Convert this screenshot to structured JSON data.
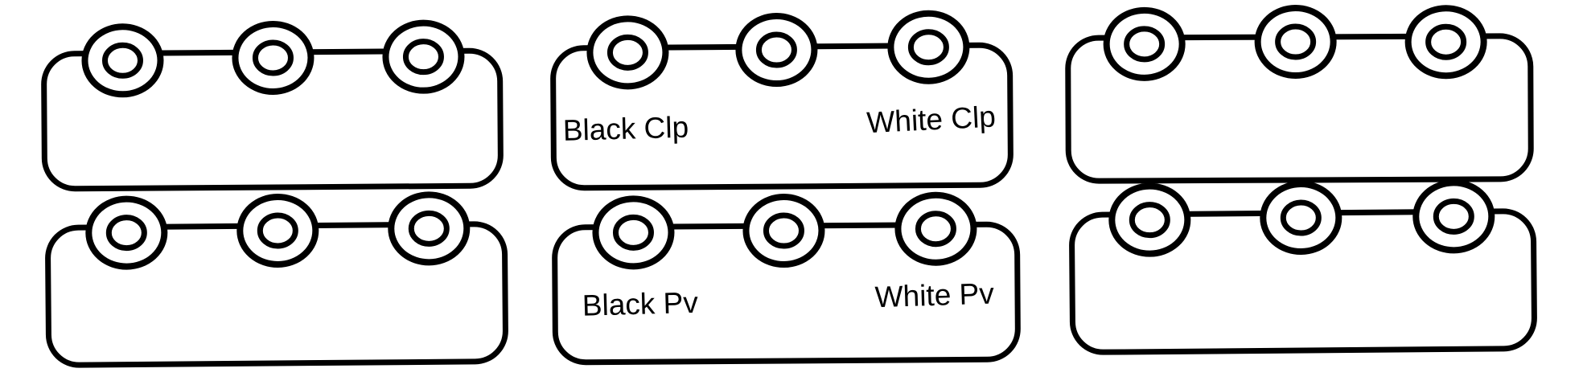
{
  "diagram": {
    "background_color": "#ffffff",
    "line_color": "#000000",
    "blocks": [
      {
        "position": "top-left",
        "row": 1,
        "column": 1,
        "terminal_count": 3,
        "labels": []
      },
      {
        "position": "top-middle",
        "row": 1,
        "column": 2,
        "terminal_count": 3,
        "labels": [
          "Black Clp",
          "White Clp"
        ]
      },
      {
        "position": "top-right",
        "row": 1,
        "column": 3,
        "terminal_count": 3,
        "labels": []
      },
      {
        "position": "bottom-left",
        "row": 2,
        "column": 1,
        "terminal_count": 3,
        "labels": []
      },
      {
        "position": "bottom-middle",
        "row": 2,
        "column": 2,
        "terminal_count": 3,
        "labels": [
          "Black Pv",
          "White Pv"
        ]
      },
      {
        "position": "bottom-right",
        "row": 2,
        "column": 3,
        "terminal_count": 3,
        "labels": []
      }
    ],
    "labels": {
      "black_clp": "Black Clp",
      "white_clp": "White Clp",
      "black_pv": "Black Pv",
      "white_pv": "White Pv"
    }
  }
}
